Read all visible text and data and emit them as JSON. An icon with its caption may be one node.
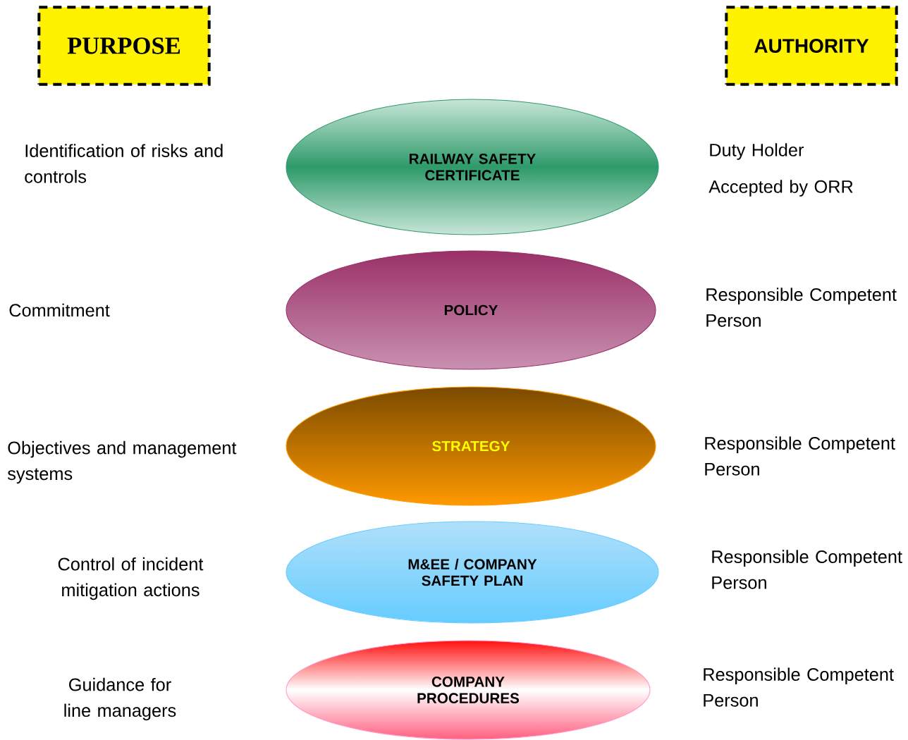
{
  "diagram": {
    "nodes": [
      {
        "text": [
          "PURPOSE"
        ]
      },
      {
        "text": [
          "AUTHORITY"
        ]
      },
      {
        "text": [
          "RAILWAY SAFETY CERTIFICATE"
        ]
      },
      {
        "text": [
          "POLICY"
        ]
      },
      {
        "text": [
          "STRATEGY"
        ]
      },
      {
        "text": [
          "M&EE / COMPANY SAFETY PLAN"
        ]
      },
      {
        "text": [
          "COMPANY PROCEDURES"
        ]
      }
    ],
    "labels": [
      "Identification of risks and controls",
      "Duty Holder",
      "Accepted by ORR",
      "Commitment",
      "Responsible Competent Person",
      "Objectives and management systems",
      "Responsible Competent Person",
      "Control of incident mitigation actions",
      "Responsible Competent Person",
      "Guidance for line managers",
      "Responsible Competent Person"
    ]
  }
}
